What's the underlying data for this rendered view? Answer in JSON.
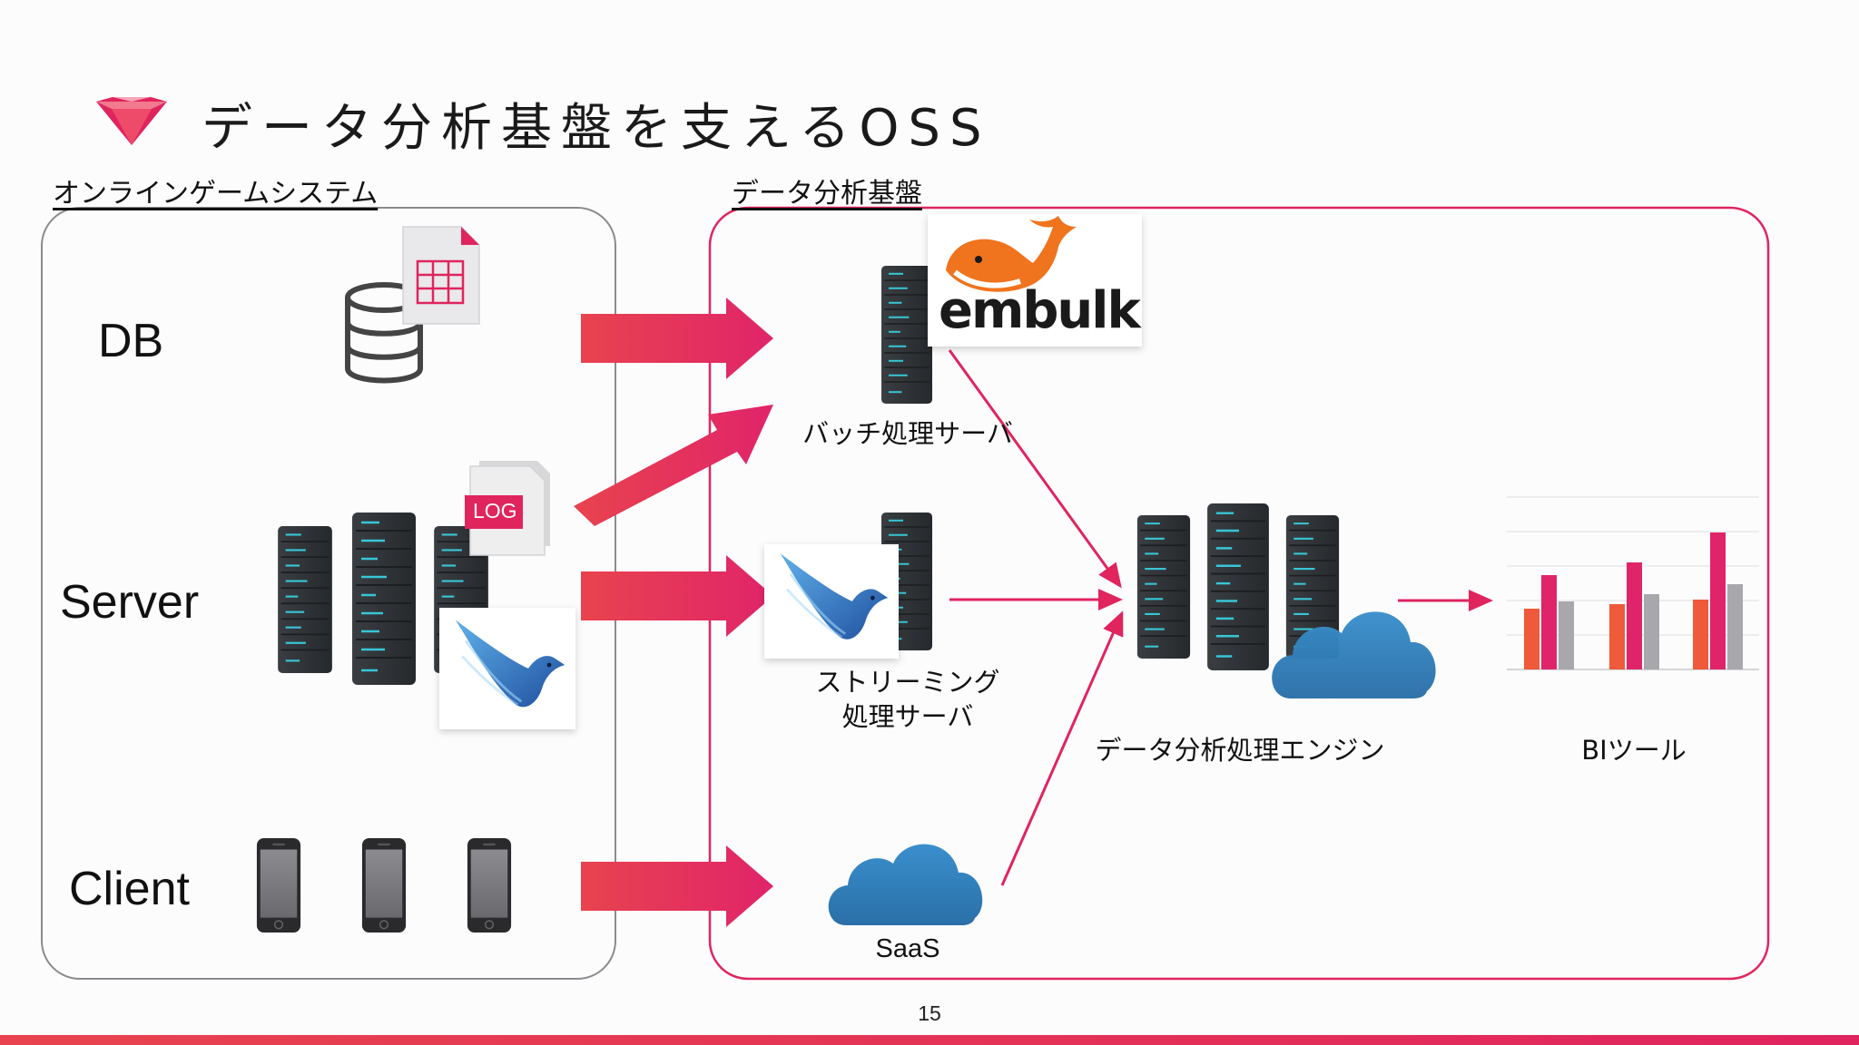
{
  "title": "データ分析基盤を支えるOSS",
  "sections": {
    "left": "オンラインゲームシステム",
    "right": "データ分析基盤"
  },
  "sources": [
    "DB",
    "Server",
    "Client"
  ],
  "components": {
    "batch": "バッチ処理サーバ",
    "streaming_line1": "ストリーミング",
    "streaming_line2": "処理サーバ",
    "saas": "SaaS",
    "engine": "データ分析処理エンジン",
    "bi": "BIツール"
  },
  "logos": {
    "embulk": "embulk",
    "log": "LOG"
  },
  "icons": [
    "ruby-gem-icon",
    "database-icon",
    "spreadsheet-icon",
    "server-rack-icon",
    "log-file-icon",
    "fluentd-bird-icon",
    "smartphone-icon",
    "embulk-whale-icon",
    "cloud-icon",
    "bar-chart-icon"
  ],
  "colors": {
    "accent": "#e0245e",
    "arrow_start": "#e8434e",
    "arrow_end": "#e0246a",
    "server_dark": "#2f3336",
    "server_line": "#38c6d8",
    "cloud": "#2f86c4",
    "bar_orange": "#ee5a3a",
    "bar_pink": "#e0246a",
    "bar_gray": "#a8a8ac"
  },
  "page_number": "15"
}
